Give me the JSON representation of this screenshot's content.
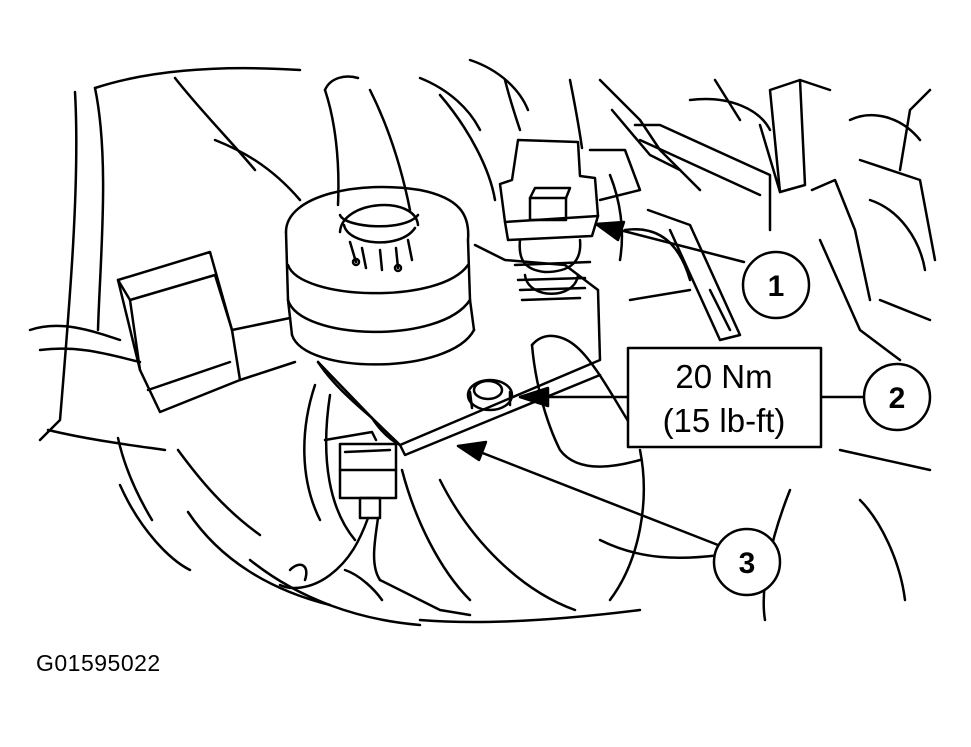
{
  "figure_id": "G01595022",
  "torque": {
    "line1": "20 Nm",
    "line2": "(15 lb-ft)"
  },
  "callouts": [
    {
      "id": "callout-1",
      "label": "1"
    },
    {
      "id": "callout-2",
      "label": "2"
    },
    {
      "id": "callout-3",
      "label": "3"
    }
  ],
  "colors": {
    "ink": "#000000",
    "paper": "#ffffff"
  }
}
